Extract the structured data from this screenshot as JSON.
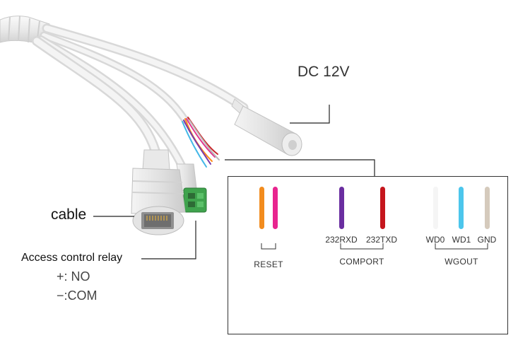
{
  "labels": {
    "dc": "DC 12V",
    "cable": "cable",
    "relay": "Access control relay",
    "no": "+:  NO",
    "com": "−:COM"
  },
  "pinout": {
    "groups": [
      {
        "name": "RESET",
        "pins": [
          {
            "label": "",
            "color": "#f28c1e"
          },
          {
            "label": "",
            "color": "#e8258f"
          }
        ]
      },
      {
        "name": "COMPORT",
        "pins": [
          {
            "label": "232RXD",
            "color": "#6a2ea0"
          },
          {
            "label": "232TXD",
            "color": "#c5161d"
          }
        ]
      },
      {
        "name": "WGOUT",
        "pins": [
          {
            "label": "WD0",
            "color": "#f5f5f5"
          },
          {
            "label": "WD1",
            "color": "#4cc6ec"
          },
          {
            "label": "GND",
            "color": "#d5cabc"
          }
        ]
      }
    ]
  }
}
